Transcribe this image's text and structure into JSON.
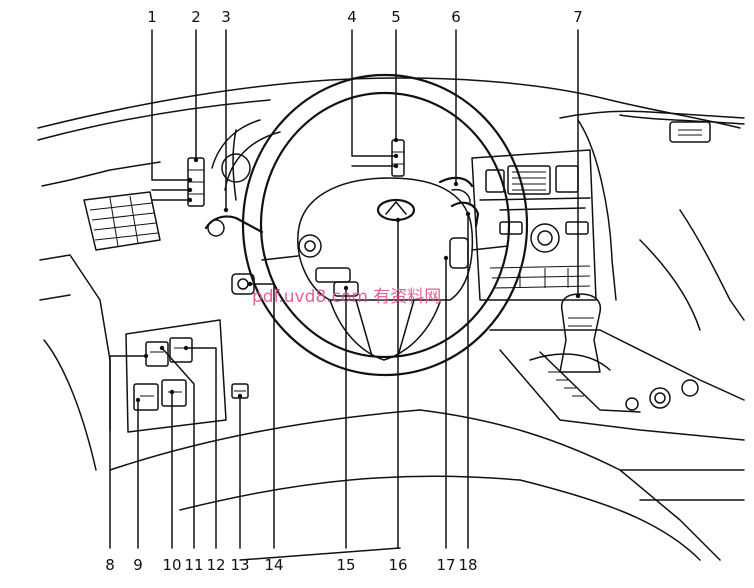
{
  "diagram": {
    "callouts_top": [
      "1",
      "2",
      "3",
      "4",
      "5",
      "6",
      "7"
    ],
    "callouts_bottom": [
      "8",
      "9",
      "10",
      "11",
      "12",
      "13",
      "14",
      "15",
      "16",
      "17",
      "18"
    ],
    "watermark": "pdf.uvd8.com 有资料网"
  }
}
